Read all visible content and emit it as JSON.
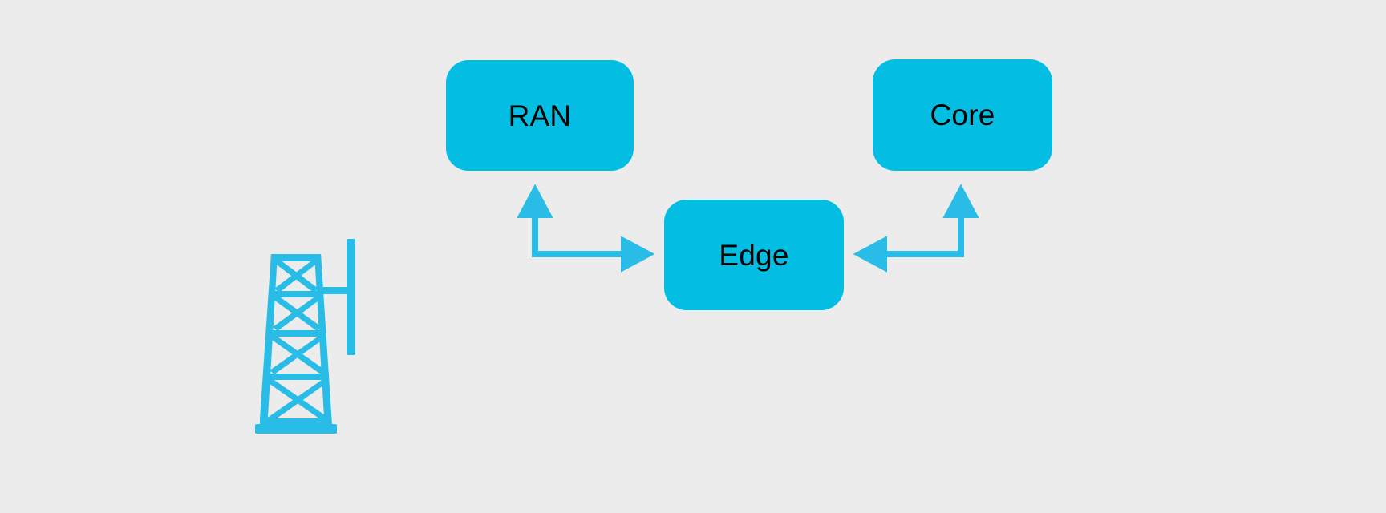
{
  "diagram": {
    "title": "Mobile network architecture: RAN to Edge to Core",
    "background_color": "#ececec",
    "accent_color": "#03bde2",
    "arrow_color": "#29bce6",
    "label_color": "#000000",
    "nodes": [
      {
        "id": "ran",
        "label": "RAN",
        "shape": "rounded-rect"
      },
      {
        "id": "core",
        "label": "Core",
        "shape": "rounded-rect"
      },
      {
        "id": "edge",
        "label": "Edge",
        "shape": "rounded-rect"
      }
    ],
    "connectors": [
      {
        "id": "ran-edge",
        "from": "ran",
        "to": "edge",
        "style": "elbow",
        "arrowheads": "both",
        "description": "Elbow connector from RAN down and right into Edge"
      },
      {
        "id": "core-edge",
        "from": "core",
        "to": "edge",
        "style": "elbow",
        "arrowheads": "both",
        "description": "Elbow connector from Core down and left into Edge"
      }
    ],
    "icons": [
      {
        "id": "cell-tower",
        "name": "cell-tower-icon",
        "description": "Lattice cell tower with antenna mast"
      }
    ]
  }
}
